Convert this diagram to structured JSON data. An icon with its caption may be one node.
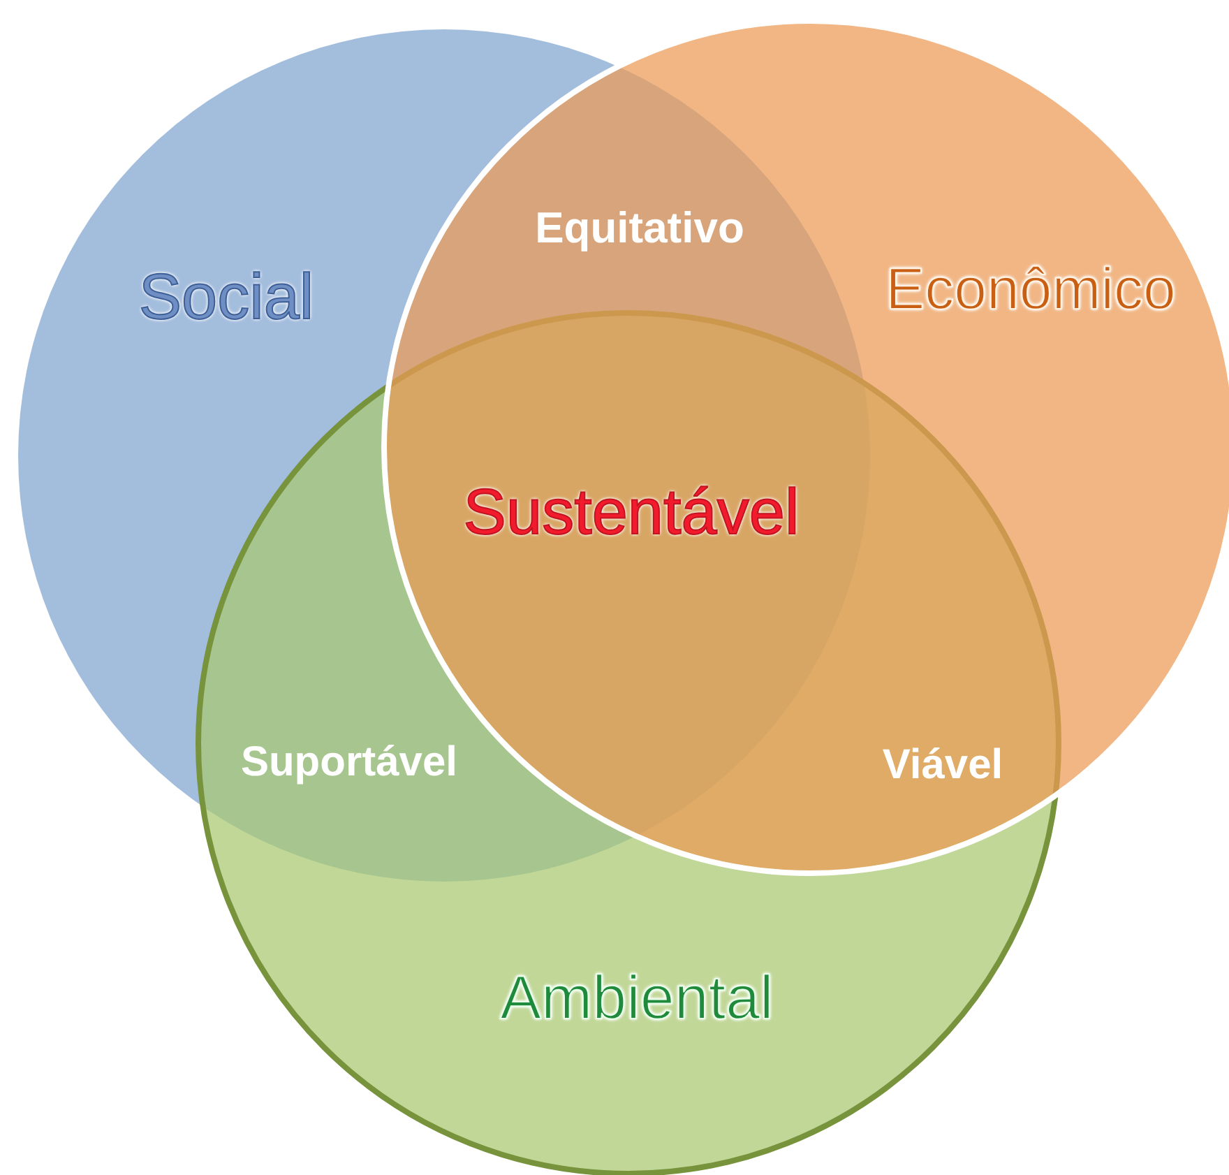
{
  "diagram": {
    "nodes": [
      {
        "text": [
          "Social"
        ]
      },
      {
        "text": [
          "Econômico"
        ]
      },
      {
        "text": [
          "Ambiental"
        ]
      }
    ],
    "labels": [
      "Equitativo",
      "Sustentável",
      "Suportável",
      "Viável"
    ]
  }
}
